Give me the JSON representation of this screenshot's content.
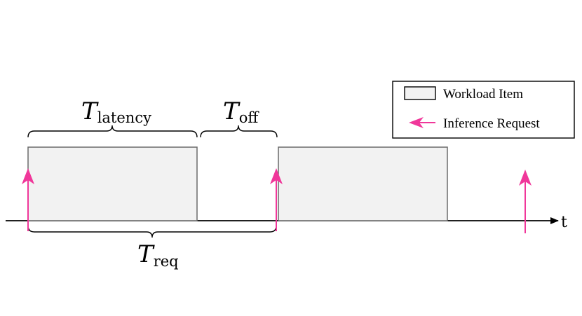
{
  "labels": {
    "latency": {
      "main": "T",
      "sub": "latency"
    },
    "off": {
      "main": "T",
      "sub": "off"
    },
    "req": {
      "main": "T",
      "sub": "req"
    },
    "axis": "t"
  },
  "legend": {
    "workload_label": "Workload Item",
    "request_label": "Inference Request"
  },
  "colors": {
    "workload_fill": "#f2f2f2",
    "workload_stroke": "#6b6b6b",
    "arrow": "#f0379a",
    "axis": "#000000"
  }
}
